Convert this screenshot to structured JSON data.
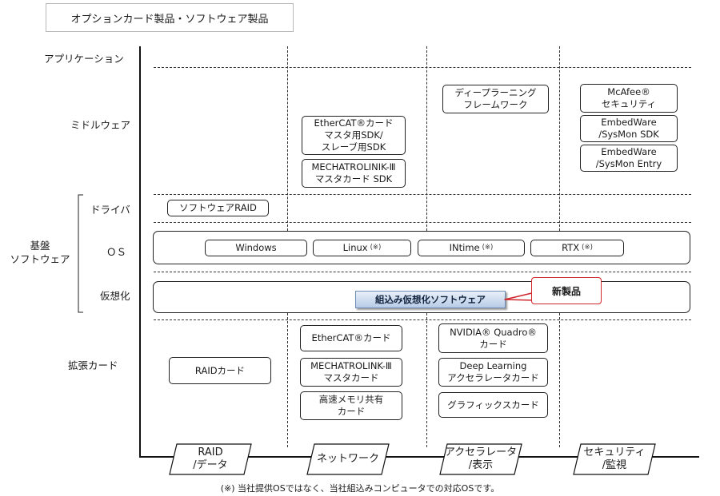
{
  "title": "オプションカード製品・ソフトウェア製品",
  "rows": {
    "application": "アプリケーション",
    "middleware": "ミドルウェア",
    "driver": "ドライバ",
    "os": "ＯＳ",
    "virtualization": "仮想化",
    "expansion_card": "拡張カード",
    "base_software": "基盤\nソフトウェア"
  },
  "middleware": {
    "ethercat_sdk": "EtherCAT®カード\nマスタ用SDK/\nスレーブ用SDK",
    "mechatrolink_sdk": "MECHATROLINIK-Ⅲ\nマスタカード SDK",
    "deep_learning_fw": "ディープラーニング\nフレームワーク",
    "mcafee": "McAfee®\nセキュリティ",
    "embedware_sdk": "EmbedWare\n/SysMon SDK",
    "embedware_entry": "EmbedWare\n/SysMon Entry"
  },
  "driver": {
    "software_raid": "ソフトウェアRAID"
  },
  "os": {
    "windows": "Windows",
    "linux": "Linux",
    "intime": "INtime",
    "rtx": "RTX",
    "note_mark": "(※)"
  },
  "virtualization": {
    "product": "組込み仮想化ソフトウェア",
    "new_badge": "新製品"
  },
  "expansion_cards": {
    "raid_card": "RAIDカード",
    "ethercat_card": "EtherCAT®カード",
    "mechatrolink_card": "MECHATROLINK-Ⅲ\nマスタカード",
    "high_speed_memory": "高速メモリ共有\nカード",
    "nvidia_quadro": "NVIDIA® Quadro®\nカード",
    "deep_learning_accel": "Deep Learning\nアクセラレータカード",
    "graphics_card": "グラフィックスカード"
  },
  "categories": {
    "raid": "RAID\n/データ",
    "network": "ネットワーク",
    "accelerator": "アクセラレータ\n/表示",
    "security": "セキュリティ\n/監視"
  },
  "footnote": "(※) 当社提供OSではなく、当社組込みコンピュータでの対応OSです。",
  "colors": {
    "badge_border": "#d0262c",
    "hypervisor_fill": "#b7cbe6"
  }
}
